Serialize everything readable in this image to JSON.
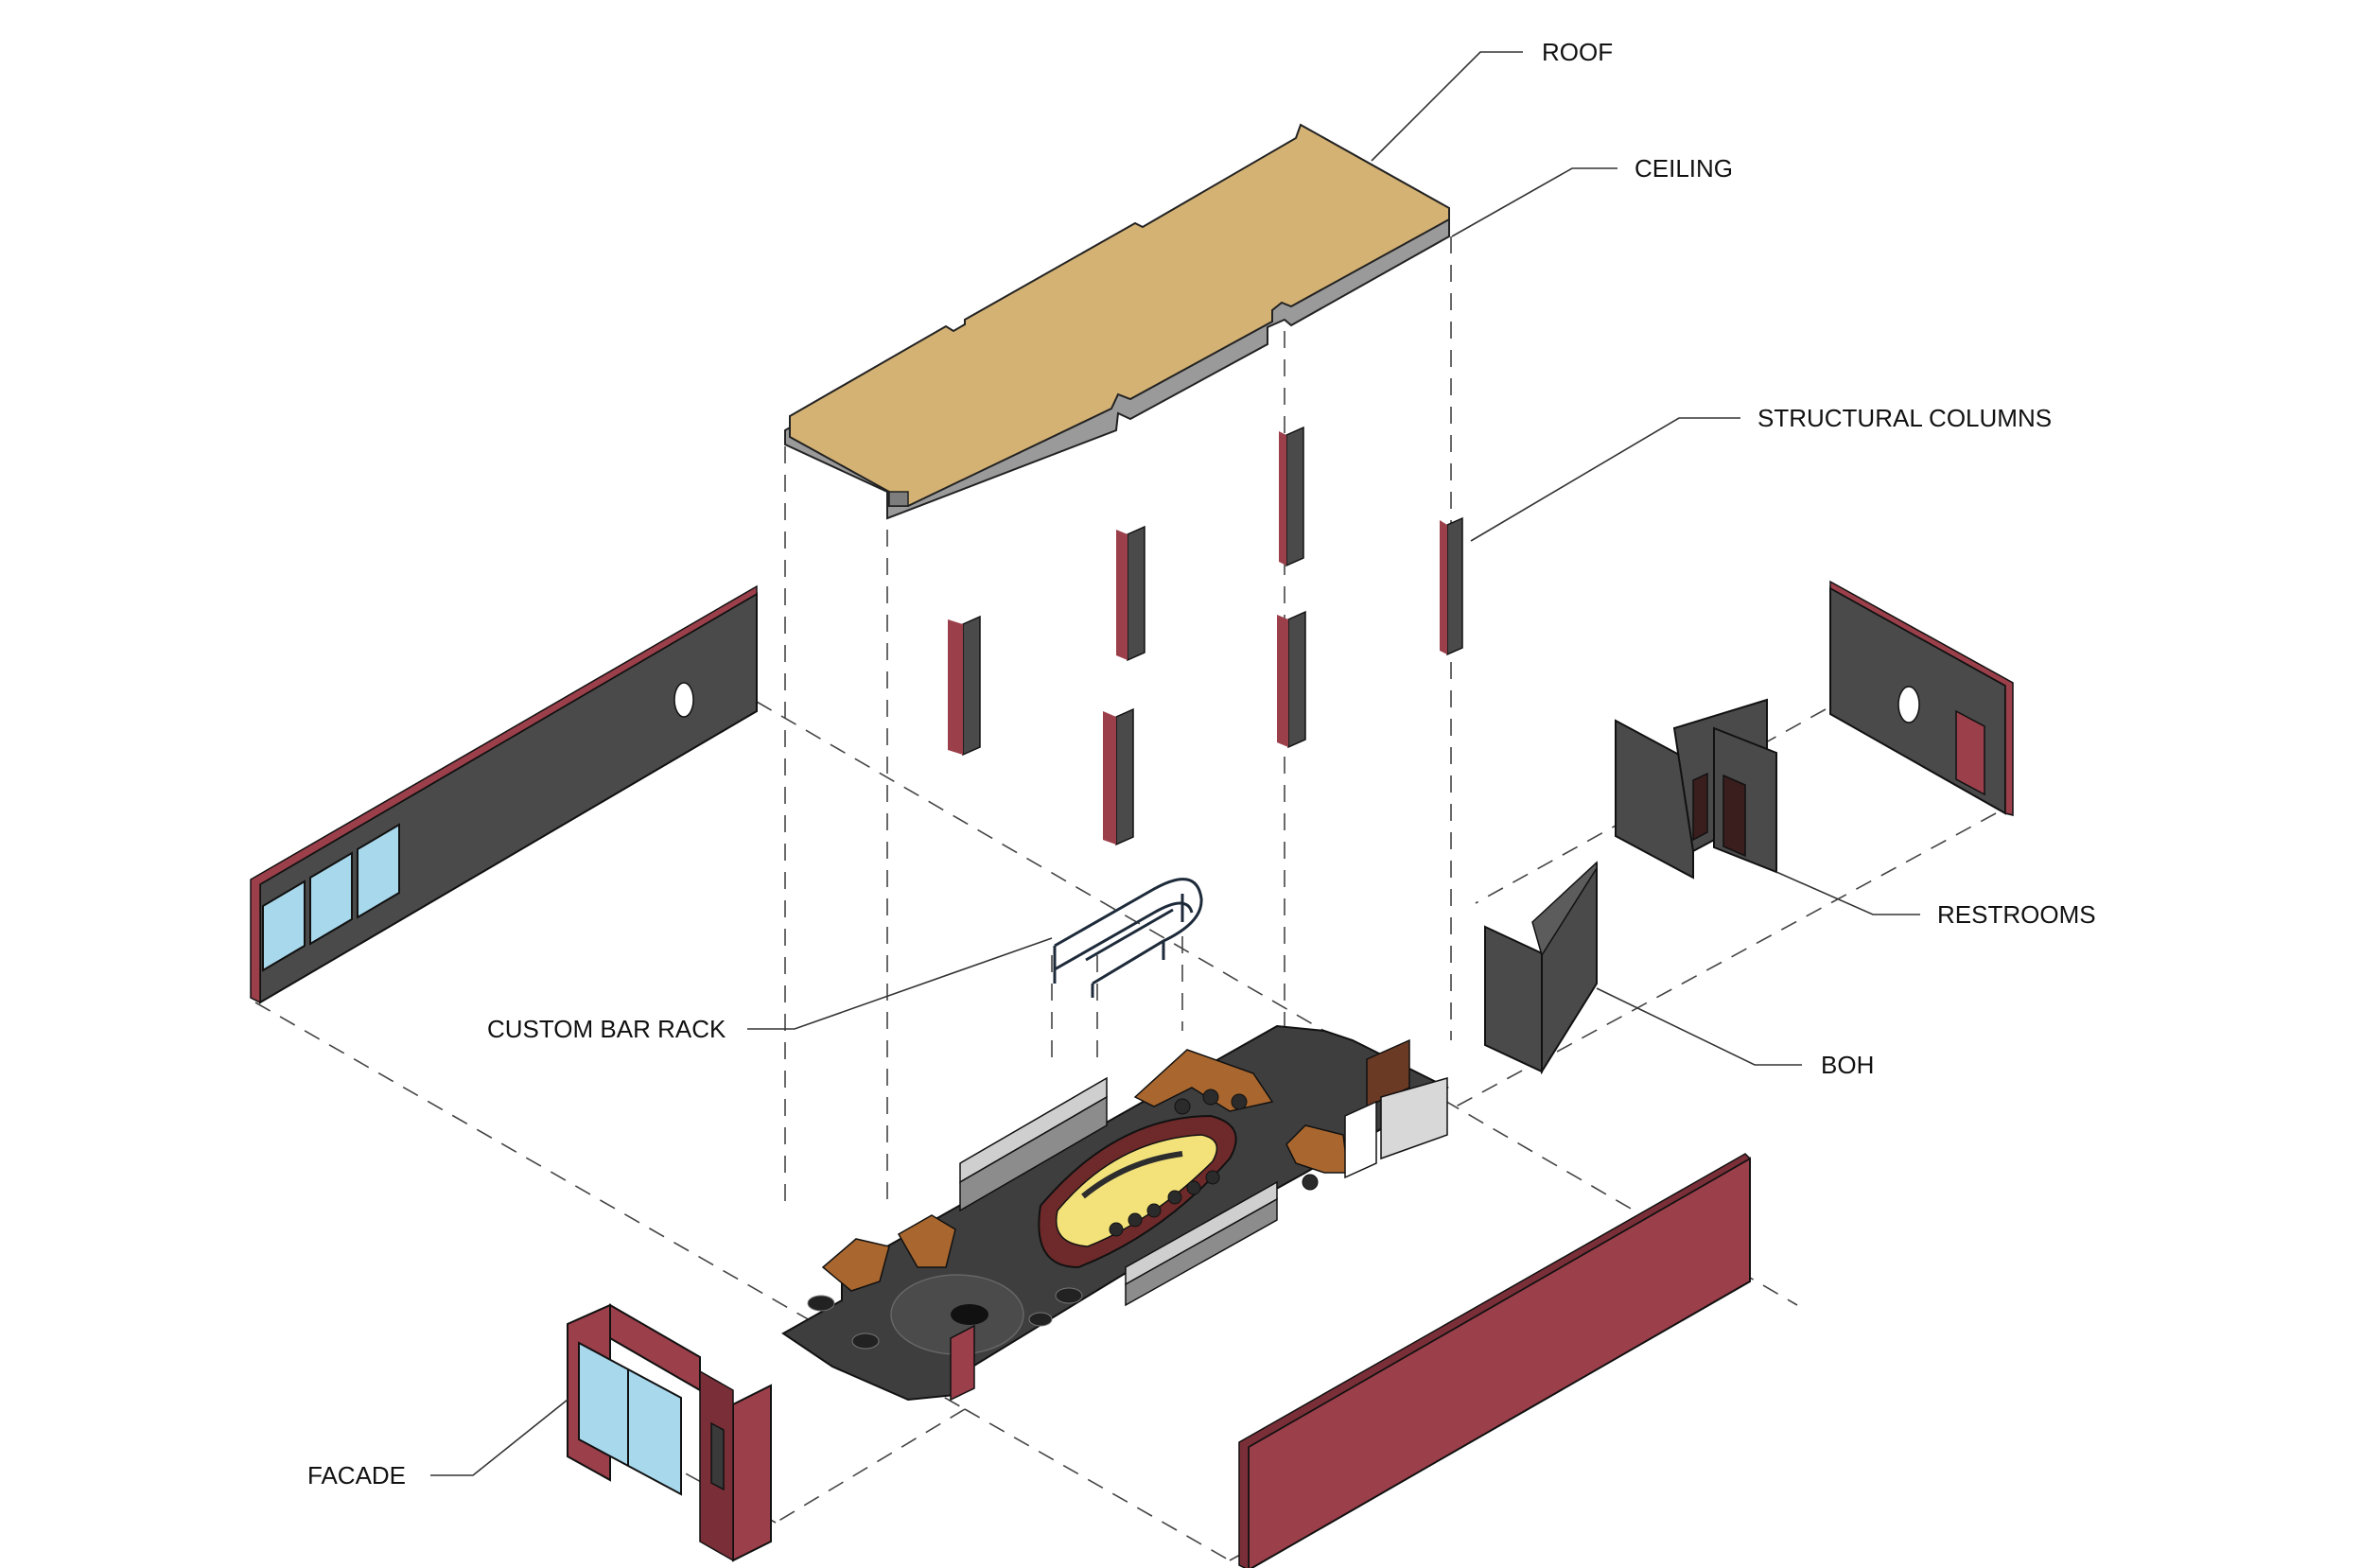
{
  "labels": {
    "roof": "ROOF",
    "ceiling": "CEILING",
    "structural_columns": "STRUCTURAL COLUMNS",
    "restrooms": "RESTROOMS",
    "boh": "BOH",
    "custom_bar_rack": "CUSTOM BAR RACK",
    "facade": "FACADE"
  },
  "colors": {
    "roof": "#d4b274",
    "ceiling": "#9a9a9a",
    "wall_dark": "#4a4a4a",
    "brick": "#9b3f4a",
    "glass": "#a8d8ec",
    "floor": "#3e3e3e",
    "bar_top": "#f3e27a",
    "booth": "#a9672f",
    "counter": "#c9c9c9"
  }
}
